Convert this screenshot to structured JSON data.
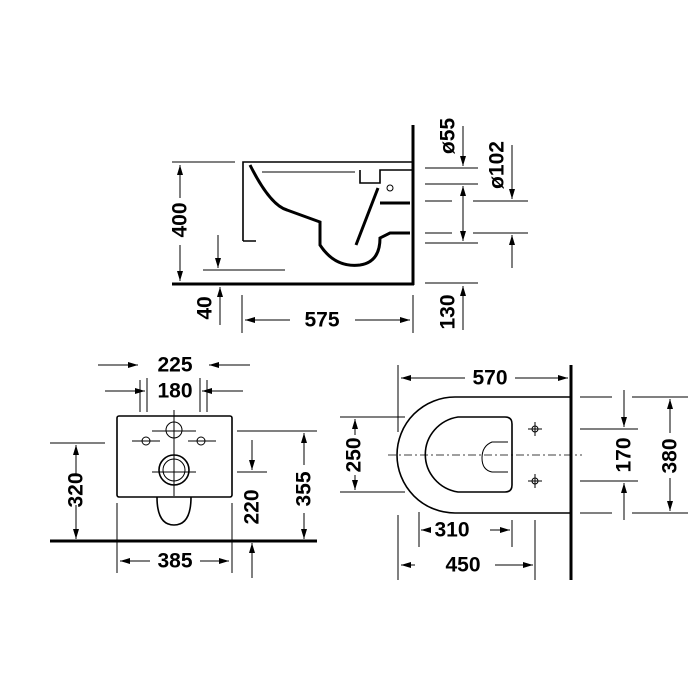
{
  "side_view": {
    "height": "400",
    "floor_clearance": "40",
    "depth": "575",
    "inlet_height": "130",
    "inlet_diameter": "ø55",
    "outlet_diameter": "ø102"
  },
  "front_view": {
    "outer_width": "225",
    "inner_width": "180",
    "left_height": "320",
    "drain_height": "220",
    "top_height": "355",
    "base_width": "385"
  },
  "top_view": {
    "length": "570",
    "seat_width": "250",
    "bolt_spacing": "170",
    "width": "380",
    "seat_length": "310",
    "bowl_length": "450"
  },
  "colors": {
    "line": "#000000",
    "background": "#ffffff"
  }
}
